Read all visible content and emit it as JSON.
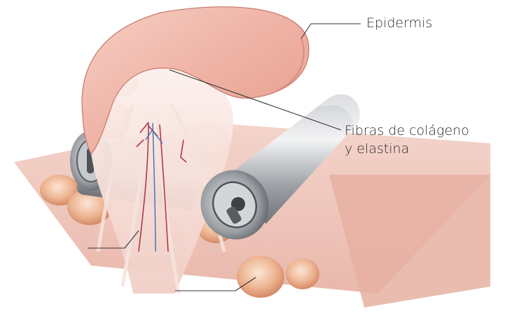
{
  "labels": {
    "epidermis": "Epidermis",
    "fibras_line1": "Fibras de colágeno",
    "fibras_line2": "y elastina"
  },
  "colors": {
    "skin": "#f0b7aa",
    "skin_dark": "#d98d7f",
    "fat_lobule": "#e7a98a",
    "roller": "#9a9da2",
    "leader_line": "#333333"
  },
  "icons": [
    "skin-fold-illustration",
    "roller-left",
    "roller-right",
    "fat-lobule",
    "blood-vessel"
  ]
}
